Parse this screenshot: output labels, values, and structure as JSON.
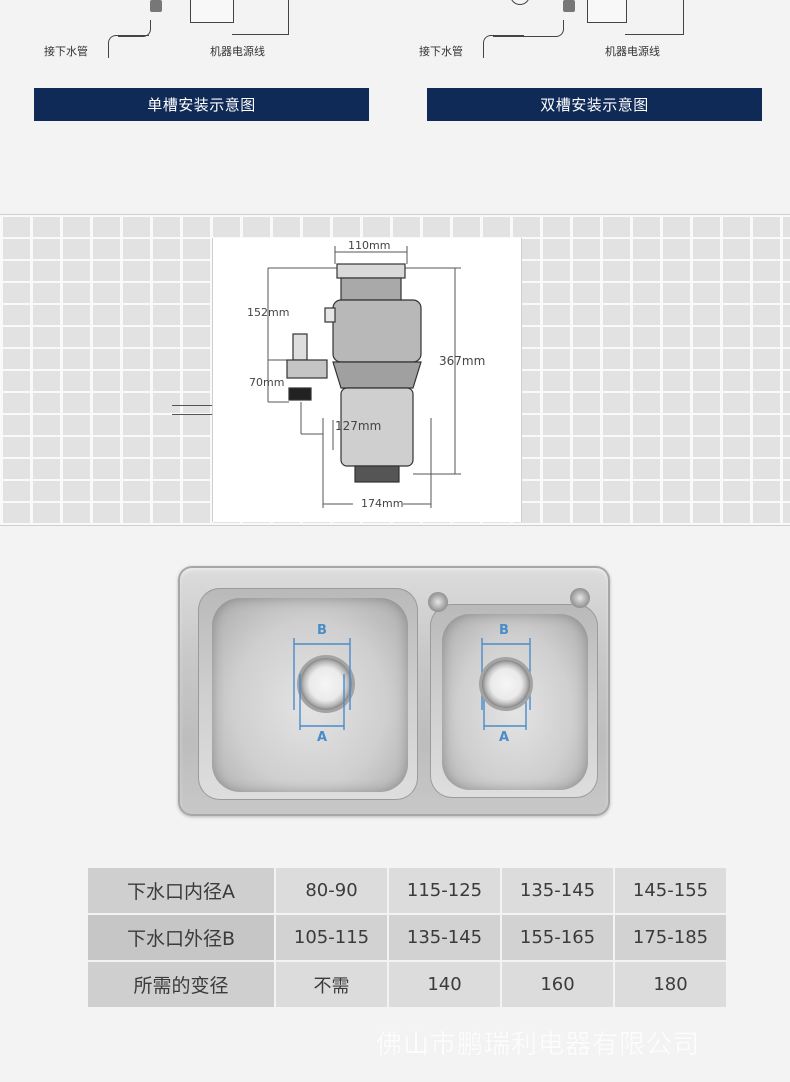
{
  "install_diagrams": {
    "single": {
      "drain_pipe_label": "接下水管",
      "power_cord_label": "机器电源线",
      "banner": "单槽安装示意图"
    },
    "double": {
      "drain_pipe_label": "接下水管",
      "power_cord_label": "机器电源线",
      "banner": "双槽安装示意图"
    },
    "banner_color": "#0f2a57"
  },
  "dimensions": {
    "top_width": "110mm",
    "inlet_height": "152mm",
    "outlet_height": "70mm",
    "total_height": "367mm",
    "body_diameter": "127mm",
    "base_width": "174mm"
  },
  "sink": {
    "marker_inner": "B",
    "marker_outer": "A",
    "marker_color": "#4a8cc8"
  },
  "spec_table": {
    "rows": [
      {
        "label": "下水口内径A",
        "values": [
          "80-90",
          "115-125",
          "135-145",
          "145-155"
        ]
      },
      {
        "label": "下水口外径B",
        "values": [
          "105-115",
          "135-145",
          "155-165",
          "175-185"
        ]
      },
      {
        "label": "所需的变径",
        "values": [
          "不需",
          "140",
          "160",
          "180"
        ]
      }
    ]
  },
  "watermark": "佛山市鹏瑞利电器有限公司"
}
